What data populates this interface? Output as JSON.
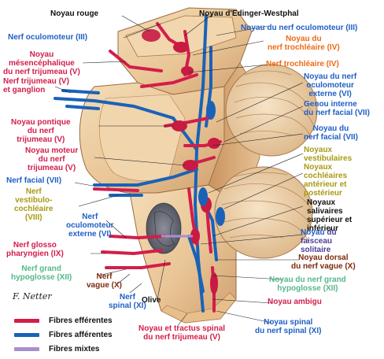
{
  "labels": {
    "noyau_rouge": "Noyau rouge",
    "edinger": "Noyau d'Edinger-Westphal",
    "nerf_oculomoteur_iii": "Nerf oculomoteur (III)",
    "noyau_nerf_oculomoteur_iii": "Noyau du nerf oculomoteur (III)",
    "noyau_mesencephalique": [
      "Noyau",
      "mésencéphalique",
      "du nerf trijumeau (V)"
    ],
    "noyau_nerf_trochleaire": [
      "Noyau du",
      "nerf trochléaire (IV)"
    ],
    "nerf_trochleaire": "Nerf trochléaire (IV)",
    "nerf_trijumeau_ganglion": [
      "Nerf trijumeau (V)",
      "et ganglion"
    ],
    "noyau_nerf_oculomoteur_externe": [
      "Noyau du nerf",
      "oculomoteur",
      "externe (VI)"
    ],
    "genou_interne": [
      "Genou interne",
      "du nerf facial (VII)"
    ],
    "noyau_pontique": [
      "Noyau pontique",
      "du nerf",
      "trijumeau (V)"
    ],
    "noyau_nerf_facial": [
      "Noyau du",
      "nerf facial (VII)"
    ],
    "noyau_moteur": [
      "Noyau moteur",
      "du nerf",
      "trijumeau (V)"
    ],
    "noyaux_vestibulaires": [
      "Noyaux",
      "vestibulaires"
    ],
    "noyaux_cochleaires": [
      "Noyaux",
      "cochléaires",
      "antérieur et",
      "postérieur"
    ],
    "nerf_facial": "Nerf facial (VII)",
    "nerf_vestibulo": [
      "Nerf",
      "vestibulo-",
      "cochléaire",
      "(VIII)"
    ],
    "noyaux_salivaires": [
      "Noyaux",
      "salivaires",
      "supérieur et",
      "inférieur"
    ],
    "nerf_oculomoteur_externe": [
      "Nerf",
      "oculomoteur",
      "externe (VI)"
    ],
    "noyau_faisceau_solitaire_title": "Noyau",
    "noyau_faisceau_solitaire_rest": [
      "du",
      "faisceau",
      "solitaire"
    ],
    "nerf_glosso": [
      "Nerf glosso",
      "pharyngien (IX)"
    ],
    "noyau_dorsal": [
      "Noyau dorsal",
      "du nerf vague (X)"
    ],
    "nerf_grand_hypoglosse": [
      "Nerf grand",
      "hypoglosse (XII)"
    ],
    "nerf_vague": [
      "Nerf",
      "vague (X)"
    ],
    "noyau_grand_hypoglosse": [
      "Noyau du nerf grand",
      "hypoglosse (XII)"
    ],
    "nerf_spinal": [
      "Nerf",
      "spinal (XI)"
    ],
    "olive": "Olive",
    "noyau_ambigu": "Noyau ambigu",
    "noyau_tractus_spinal": [
      "Noyau et tractus spinal",
      "du nerf trijumeau (V)"
    ],
    "noyau_spinal": [
      "Noyau spinal",
      "du nerf spinal (XI)"
    ]
  },
  "legend": [
    {
      "label": "Fibres efférentes",
      "color": "#d21e4a"
    },
    {
      "label": "Fibres afférentes",
      "color": "#1a62b8"
    },
    {
      "label": "Fibres mixtes",
      "color": "#a88fd0"
    }
  ],
  "signature": "F. Netter"
}
